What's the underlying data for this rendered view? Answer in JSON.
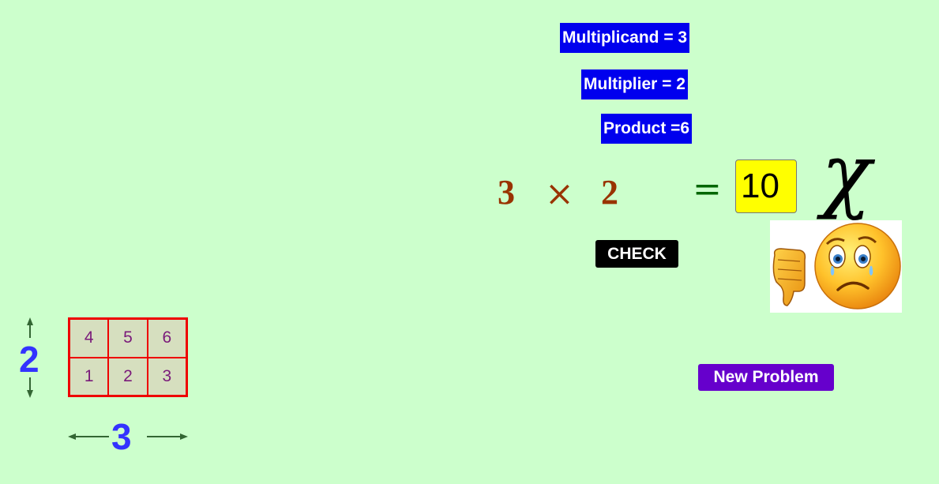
{
  "labels": {
    "multiplicand": "Multiplicand = 3",
    "multiplier": "Multiplier = 2",
    "product": "Product =6"
  },
  "equation": {
    "left_operand": "3",
    "operator": "×",
    "right_operand": "2",
    "equals": "=",
    "answer_value": "10",
    "result_mark": "χ"
  },
  "buttons": {
    "check": "CHECK",
    "new_problem": "New Problem"
  },
  "feedback": {
    "icon": "sad-thumbs-down-face-icon"
  },
  "array_model": {
    "rows_label": "2",
    "columns_label": "3",
    "top_row": [
      "4",
      "5",
      "6"
    ],
    "bottom_row": [
      "1",
      "2",
      "3"
    ]
  },
  "colors": {
    "background": "#ccffcc",
    "label_box": "#0000ee",
    "equation_numbers": "#993300",
    "equals_sign": "#006600",
    "answer_box": "#ffff00",
    "check_button": "#000000",
    "new_problem_button": "#6600cc",
    "grid_border": "#ee0000",
    "grid_fill": "#d6dfbf",
    "dimension_numbers": "#3333ff"
  }
}
